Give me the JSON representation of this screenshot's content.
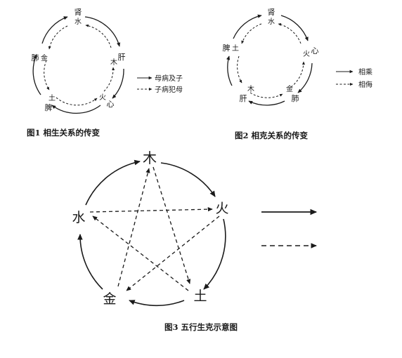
{
  "figure1": {
    "caption": "图1 相生关系的传变",
    "nodes": {
      "top_outer": "肾",
      "top_inner": "水",
      "right_outer": "肝",
      "right_inner": "木",
      "bottom_right_outer": "心",
      "bottom_right_inner": "火",
      "bottom_left_outer": "脾",
      "bottom_left_inner": "土",
      "left_outer": "肺",
      "left_inner": "金"
    },
    "legend": [
      {
        "style": "solid",
        "label": "母病及子"
      },
      {
        "style": "dashed",
        "label": "子病犯母"
      }
    ]
  },
  "figure2": {
    "caption": "图2 相克关系的传变",
    "nodes": {
      "top_outer": "肾",
      "top_inner": "水",
      "right_outer": "心",
      "right_inner": "火",
      "bottom_right_outer": "肺",
      "bottom_right_inner": "金",
      "bottom_left_outer": "肝",
      "bottom_left_inner": "木",
      "left_outer": "脾",
      "left_inner": "土"
    },
    "legend": [
      {
        "style": "solid",
        "label": "相乘"
      },
      {
        "style": "dashed",
        "label": "相侮"
      }
    ]
  },
  "figure3": {
    "caption": "图3 五行生克示意图",
    "nodes": {
      "top": "木",
      "right": "火",
      "bottom_right": "土",
      "bottom_left": "金",
      "left": "水"
    }
  },
  "colors": {
    "ink": "#1a1a1a",
    "background": "#ffffff"
  }
}
